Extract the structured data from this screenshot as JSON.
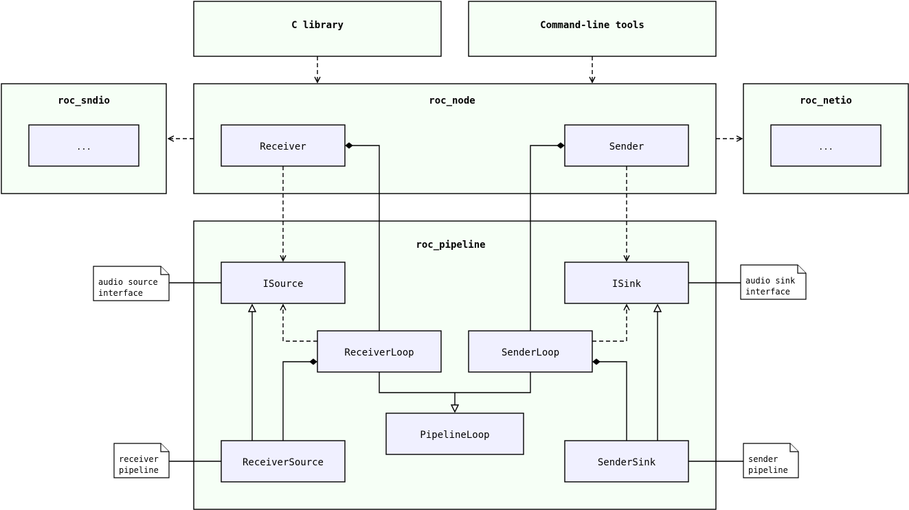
{
  "top": {
    "c_library": "C library",
    "cmd_tools": "Command-line tools"
  },
  "groups": {
    "roc_sndio": {
      "title": "roc_sndio",
      "inner": "..."
    },
    "roc_node": {
      "title": "roc_node"
    },
    "roc_netio": {
      "title": "roc_netio",
      "inner": "..."
    },
    "roc_pipeline": {
      "title": "roc_pipeline"
    }
  },
  "classes": {
    "receiver": "Receiver",
    "sender": "Sender",
    "isource": "ISource",
    "isink": "ISink",
    "receiver_loop": "ReceiverLoop",
    "sender_loop": "SenderLoop",
    "pipeline_loop": "PipelineLoop",
    "receiver_source": "ReceiverSource",
    "sender_sink": "SenderSink"
  },
  "notes": {
    "audio_source": [
      "audio source",
      "interface"
    ],
    "audio_sink": [
      "audio sink",
      "interface"
    ],
    "receiver_pipeline": [
      "receiver",
      "pipeline"
    ],
    "sender_pipeline": [
      "sender",
      "pipeline"
    ]
  }
}
